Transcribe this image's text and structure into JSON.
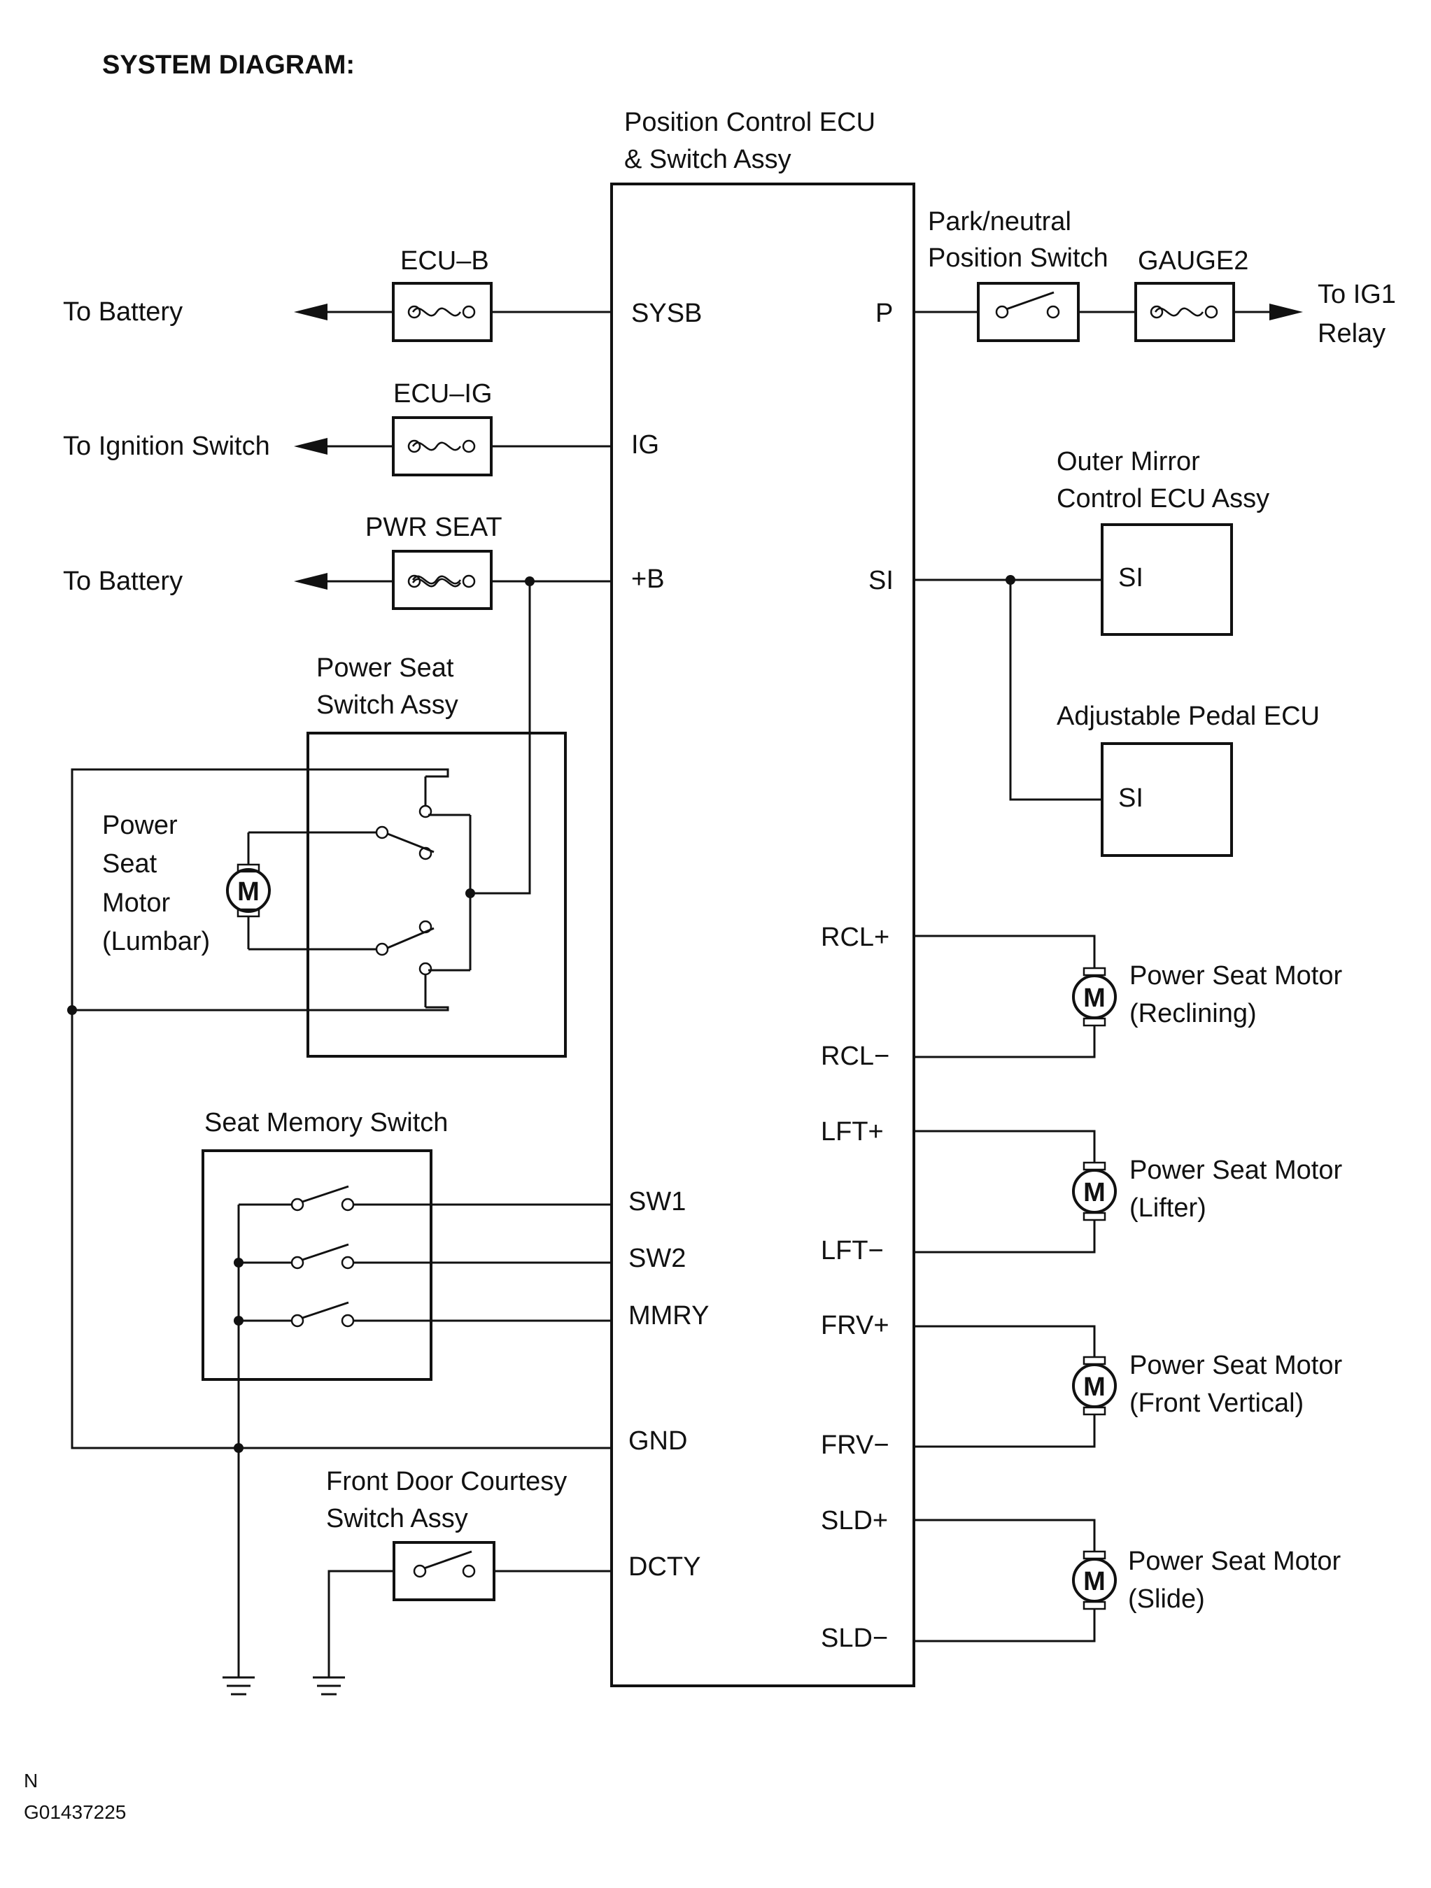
{
  "title": "SYSTEM DIAGRAM:",
  "ecu": {
    "name_line1": "Position Control ECU",
    "name_line2": "& Switch Assy"
  },
  "pins_left": {
    "sysb": "SYSB",
    "ig": "IG",
    "b": "+B",
    "sw1": "SW1",
    "sw2": "SW2",
    "mmry": "MMRY",
    "gnd": "GND",
    "dcty": "DCTY"
  },
  "pins_right": {
    "p": "P",
    "si": "SI",
    "rcl_plus": "RCL+",
    "rcl_minus": "RCL−",
    "lft_plus": "LFT+",
    "lft_minus": "LFT−",
    "frv_plus": "FRV+",
    "frv_minus": "FRV−",
    "sld_plus": "SLD+",
    "sld_minus": "SLD−"
  },
  "fuses": {
    "ecu_b": "ECU–B",
    "ecu_ig": "ECU–IG",
    "pwr_seat": "PWR SEAT",
    "gauge2": "GAUGE2"
  },
  "destinations": {
    "battery_1": "To Battery",
    "ignition": "To Ignition Switch",
    "battery_2": "To Battery",
    "ig1_line1": "To IG1",
    "ig1_line2": "Relay"
  },
  "park_switch": {
    "line1": "Park/neutral",
    "line2": "Position Switch"
  },
  "outer_mirror": {
    "line1": "Outer Mirror",
    "line2": "Control ECU Assy",
    "pin": "SI"
  },
  "pedal_ecu": {
    "name": "Adjustable Pedal ECU",
    "pin": "SI"
  },
  "power_seat_switch": {
    "line1": "Power Seat",
    "line2": "Switch Assy"
  },
  "lumbar_motor": {
    "line1": "Power",
    "line2": "Seat",
    "line3": "Motor",
    "line4": "(Lumbar)",
    "symbol": "M"
  },
  "memory_switch": "Seat Memory Switch",
  "door_switch": {
    "line1": "Front Door Courtesy",
    "line2": "Switch Assy"
  },
  "motors": [
    {
      "name": "Power Seat Motor",
      "sub": "(Reclining)",
      "symbol": "M"
    },
    {
      "name": "Power Seat Motor",
      "sub": "(Lifter)",
      "symbol": "M"
    },
    {
      "name": "Power Seat Motor",
      "sub": "(Front Vertical)",
      "symbol": "M"
    },
    {
      "name": "Power Seat Motor",
      "sub": "(Slide)",
      "symbol": "M"
    }
  ],
  "footer": {
    "letter": "N",
    "code": "G01437225"
  }
}
